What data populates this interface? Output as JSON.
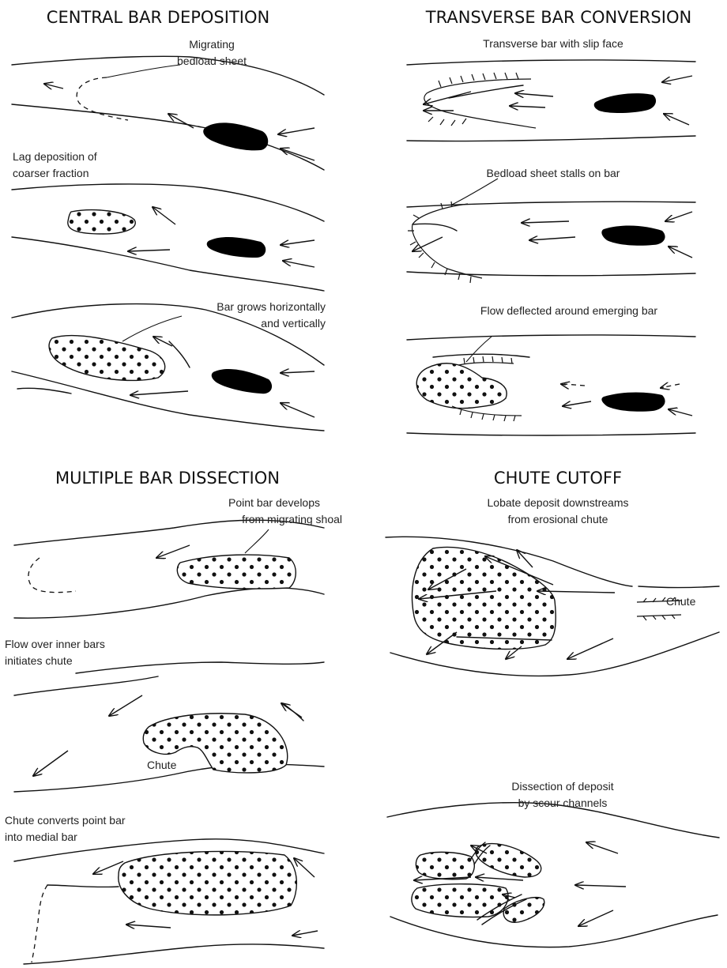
{
  "panels": {
    "central": {
      "title": "CENTRAL BAR DEPOSITION",
      "s1_l1": "Migrating",
      "s1_l2": "bedload sheet",
      "s2_l1": "Lag deposition of",
      "s2_l2": "coarser fraction",
      "s3_l1": "Bar grows horizontally",
      "s3_l2": "and vertically"
    },
    "transverse": {
      "title": "TRANSVERSE BAR CONVERSION",
      "s1": "Transverse bar with slip face",
      "s2": "Bedload sheet stalls on bar",
      "s3": "Flow deflected around emerging bar"
    },
    "multiple": {
      "title": "MULTIPLE BAR DISSECTION",
      "s1_l1": "Point bar develops",
      "s1_l2": "from migrating shoal",
      "s2_l1": "Flow over inner bars",
      "s2_l2": "initiates chute",
      "s2_chute": "Chute",
      "s3_l1": "Chute converts point bar",
      "s3_l2": "into medial bar"
    },
    "chute": {
      "title": "CHUTE CUTOFF",
      "s1_l1": "Lobate deposit downstreams",
      "s1_l2": "from erosional chute",
      "s1_chute": "Chute",
      "s2_l1": "Dissection of deposit",
      "s2_l2": "by scour channels"
    }
  }
}
